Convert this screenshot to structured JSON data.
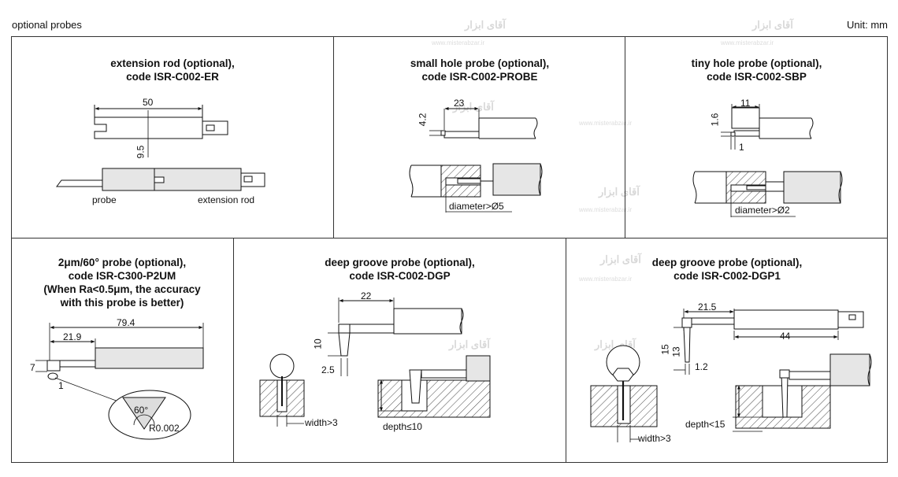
{
  "page": {
    "title": "optional probes",
    "unit": "Unit: mm"
  },
  "watermark": {
    "text": "آقای ابزار",
    "site": "www.misterabzar.ir"
  },
  "panels": [
    {
      "id": "extension-rod",
      "title_line1": "extension rod (optional),",
      "title_line2": "code ISR-C002-ER",
      "dims": [
        "50",
        "9.5"
      ],
      "labels": [
        "probe",
        "extension rod"
      ]
    },
    {
      "id": "small-hole",
      "title_line1": "small hole probe (optional),",
      "title_line2": "code ISR-C002-PROBE",
      "dims": [
        "23",
        "4.2"
      ],
      "labels": [
        "diameter>Ø5"
      ]
    },
    {
      "id": "tiny-hole",
      "title_line1": "tiny hole probe (optional),",
      "title_line2": "code ISR-C002-SBP",
      "dims": [
        "11",
        "1.6",
        "1"
      ],
      "labels": [
        "diameter>Ø2"
      ]
    },
    {
      "id": "p2um",
      "title_line1": "2μm/60° probe (optional),",
      "title_line2": "code ISR-C300-P2UM",
      "title_line3": "(When Ra<0.5μm, the accuracy",
      "title_line4": "with this probe is better)",
      "dims": [
        "79.4",
        "21.9",
        "7",
        "1"
      ],
      "labels": [
        "60°",
        "R0.002"
      ]
    },
    {
      "id": "dgp",
      "title_line1": "deep groove probe (optional),",
      "title_line2": "code ISR-C002-DGP",
      "dims": [
        "22",
        "10",
        "2.5"
      ],
      "labels": [
        "width>3",
        "depth≤10"
      ]
    },
    {
      "id": "dgp1",
      "title_line1": "deep groove probe (optional),",
      "title_line2": "code ISR-C002-DGP1",
      "dims": [
        "21.5",
        "44",
        "15",
        "13",
        "1.2"
      ],
      "labels": [
        "width>3",
        "depth<15"
      ]
    }
  ]
}
